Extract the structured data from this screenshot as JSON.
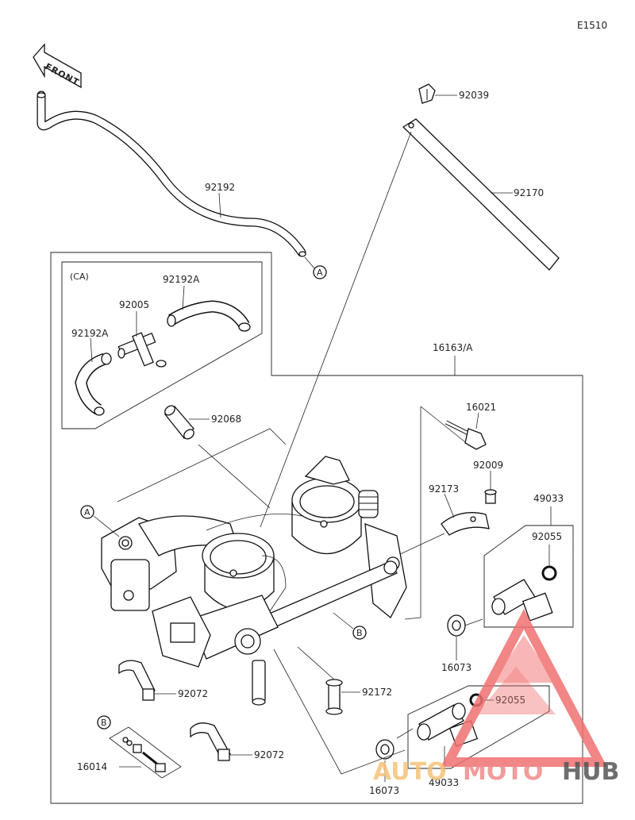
{
  "diagram_code": "E1510",
  "front_label": "FRONT",
  "ca_label": "(CA)",
  "assembly_label": "16163/A",
  "callouts": {
    "a_upper": "A",
    "a_left": "A",
    "b_mid": "B",
    "b_left": "B"
  },
  "parts": {
    "p92039": "92039",
    "p92170": "92170",
    "p92192": "92192",
    "p92192a_top": "92192A",
    "p92005": "92005",
    "p92192a_left": "92192A",
    "p92068": "92068",
    "p16021": "16021",
    "p92009": "92009",
    "p92173": "92173",
    "p49033_top": "49033",
    "p92055_top": "92055",
    "p16073_right": "16073",
    "p92172": "92172",
    "p92072_left": "92072",
    "p92055_bottom": "92055",
    "p92072_bottom": "92072",
    "p16014": "16014",
    "p16073_bottom": "16073",
    "p49033_bottom": "49033"
  },
  "watermark": {
    "text_auto": "AUTO",
    "text_moto": "MOTO",
    "text_hub": "HUB",
    "color_auto": "#f5c27a",
    "color_moto": "#f08a8a",
    "color_hub": "#555555",
    "color_logo": "#f07070"
  }
}
